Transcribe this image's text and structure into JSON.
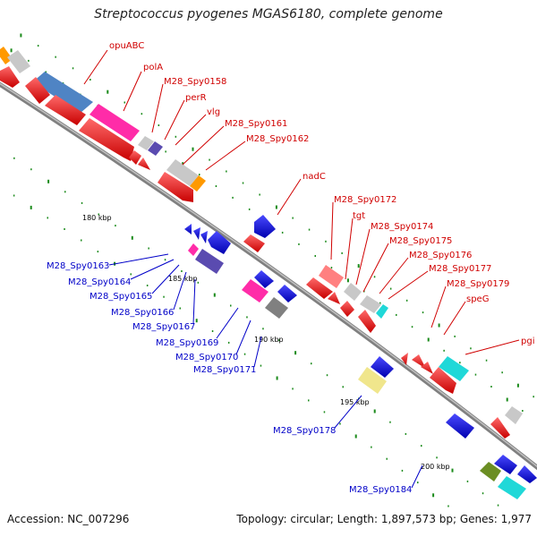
{
  "title": "Streptococcus pyogenes MGAS6180, complete genome",
  "footer": {
    "accession": "Accession: NC_007296",
    "summary": "Topology: circular; Length: 1,897,573 bp; Genes: 1,977"
  },
  "ticks": [
    "180 kbp",
    "185 kbp",
    "190 kbp",
    "195 kbp",
    "200 kbp"
  ],
  "forward_labels": [
    "opuABC",
    "polA",
    "M28_Spy0158",
    "perR",
    "vlg",
    "M28_Spy0161",
    "M28_Spy0162",
    "nadC",
    "M28_Spy0172",
    "tgt",
    "M28_Spy0174",
    "M28_Spy0175",
    "M28_Spy0176",
    "M28_Spy0177",
    "M28_Spy0179",
    "speG",
    "pgi"
  ],
  "reverse_labels": [
    "M28_Spy0163",
    "M28_Spy0164",
    "M28_Spy0165",
    "M28_Spy0166",
    "M28_Spy0167",
    "M28_Spy0169",
    "M28_Spy0170",
    "M28_Spy0171",
    "M28_Spy0178",
    "M28_Spy0184"
  ],
  "colors": {
    "backbone": "#808080",
    "forward_cds": "#ff0000",
    "reverse_cds": "#0000ff",
    "forward_label": "#d00000",
    "reverse_label": "#0000c8",
    "tick": "#1a8a1a",
    "cog_steelblue": "#4f84c4",
    "cog_magenta": "#ff2ca8",
    "cog_gray": "#c8c8c8",
    "cog_orange": "#ff9900",
    "cog_purple": "#5a4bb0",
    "cog_pink": "#ff8080",
    "cog_cyan": "#20d8d8",
    "cog_khaki": "#f0e68c",
    "cog_olive": "#6b8e23"
  }
}
